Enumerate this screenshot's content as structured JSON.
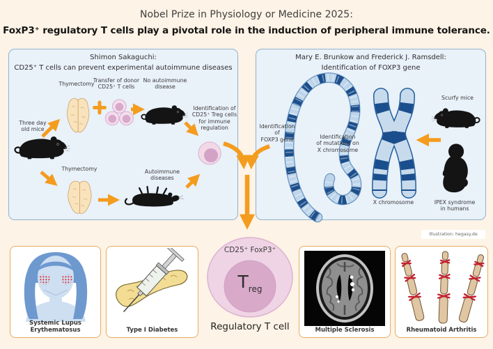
{
  "title": {
    "line1": "Nobel Prize in Physiology or Medicine 2025:",
    "line2": "FoxP3⁺ regulatory T cells play a pivotal role in the induction of peripheral immune tolerance."
  },
  "credit": "Illustration:  hegasy.de",
  "sakaguchi_panel": {
    "title": "Shimon Sakaguchi:\nCD25⁺ T cells can prevent experimental autoimmune diseases",
    "labels": {
      "three_day_mice": "Three day\nold mice",
      "thymectomy_top": "Thymectomy",
      "transfer_donor": "Transfer of donor\nCD25⁺ T cells",
      "no_autoimmune": "No autoimmune\ndisease",
      "identification_treg": "Identification of\nCD25⁺ Treg cells\nfor immune\nregulation",
      "thymectomy_bottom": "Thymectomy",
      "autoimmune_diseases": "Autoimmune\ndiseases"
    }
  },
  "brunkow_ramsdell_panel": {
    "title": "Mary E. Brunkow and Frederick J. Ramsdell:\nIdentification of FOXP3 gene",
    "labels": {
      "identification_foxp3": "Identification\nof\nFOXP3 gene",
      "identification_mutations": "Identification\nof mutations on\nX chromosome",
      "scurfy_mice": "Scurfy mice",
      "x_chromosome": "X chromosome",
      "ipex_syndrome": "IPEX syndrome\nin humans"
    }
  },
  "treg_cell": {
    "markers": "CD25⁺ FoxP3⁺",
    "symbol_main": "T",
    "symbol_sub": "reg",
    "caption": "Regulatory T cell"
  },
  "disease_cards": [
    {
      "label": "Systemic Lupus Erythematosus"
    },
    {
      "label": "Type I Diabetes"
    },
    {
      "label": "Multiple Sclerosis"
    },
    {
      "label": "Rheumatoid Arthritis"
    }
  ],
  "colors": {
    "bg": "#fdf3e6",
    "panel": "#e9f1f9",
    "panel_border": "#8fb3d2",
    "orange": "#f49c1e",
    "dna_dark": "#1b4e8c",
    "dna_light": "#bdd5ea",
    "cell_pink": "#f2d9e8",
    "cell_nucleus": "#d3a3c6",
    "card_border": "#e3ae63",
    "rash_red": "#d6333b"
  }
}
